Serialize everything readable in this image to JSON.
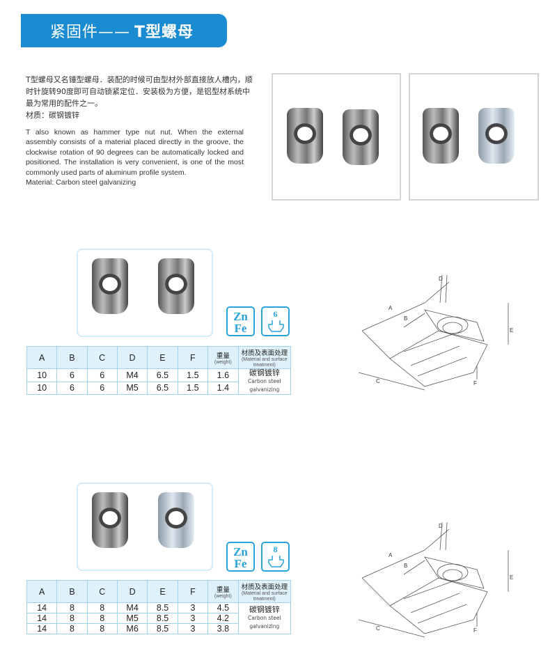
{
  "banner": {
    "prefix": "紧固件——",
    "title": "T型螺母"
  },
  "intro": {
    "cn": "T型螺母又名锤型螺母．装配的时候可由型材外部直接放人槽内，顺时针旋转90度即可自动锁紧定位．安装极为方便，是铝型材系统中最为常用的配件之一。",
    "cn_material": "材质：碳钢镀锌",
    "en": "T also known as hammer type nut nut. When the external assembly consists of a material placed directly in the groove, the clockwise rotation of 90 degrees can be automatically locked and positioned. The installation is very convenient, is one of the most commonly used parts of aluminum profile system.",
    "en_material": "Material: Carbon steel galvanizing"
  },
  "headers": {
    "A": "A",
    "B": "B",
    "C": "C",
    "D": "D",
    "E": "E",
    "F": "F",
    "weight_cn": "重量",
    "weight_en": "(weight)",
    "mat_cn": "材质及表面处理",
    "mat_en": "(Material and surface treatment)"
  },
  "material": {
    "cn": "碳钢镀锌",
    "en": "Carbon steel galvanizing"
  },
  "badge": {
    "zn": "Zn",
    "fe": "Fe"
  },
  "diagram_labels": [
    "A",
    "B",
    "C",
    "D",
    "E",
    "F"
  ],
  "sections": [
    {
      "slot": "6",
      "rows": [
        [
          "10",
          "6",
          "6",
          "M4",
          "6.5",
          "1.5",
          "1.6"
        ],
        [
          "10",
          "6",
          "6",
          "M5",
          "6.5",
          "1.5",
          "1.4"
        ]
      ]
    },
    {
      "slot": "8",
      "rows": [
        [
          "14",
          "8",
          "8",
          "M4",
          "8.5",
          "3",
          "4.5"
        ],
        [
          "14",
          "8",
          "8",
          "M5",
          "8.5",
          "3",
          "4.2"
        ],
        [
          "14",
          "8",
          "8",
          "M6",
          "8.5",
          "3",
          "3.8"
        ]
      ]
    }
  ]
}
